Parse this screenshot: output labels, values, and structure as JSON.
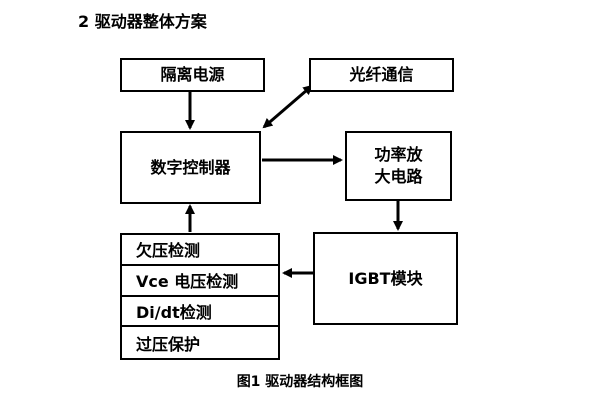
{
  "heading": "2 驱动器整体方案",
  "blocks": {
    "isolated_power": "隔离电源",
    "fiber_comm": "光纤通信",
    "digital_controller": "数字控制器",
    "power_amp_line1": "功率放",
    "power_amp_line2": "大电路",
    "igbt_module": "IGBT模块"
  },
  "detection_items": [
    "欠压检测",
    "Vce 电压检测",
    "Di/dt检测",
    "过压保护"
  ],
  "caption": "图1  驱动器结构框图"
}
